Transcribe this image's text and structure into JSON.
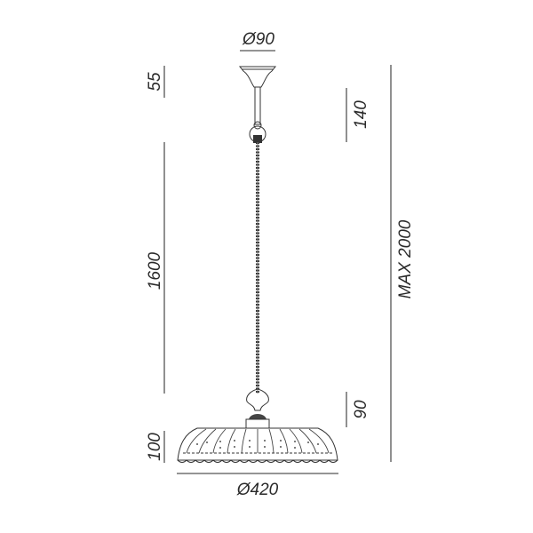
{
  "dimensions": {
    "canopy_diameter": "Ø90",
    "canopy_height": "55",
    "stem_length": "140",
    "cable_length": "1600",
    "max_height": "MAX 2000",
    "holder_height": "90",
    "shade_height": "100",
    "shade_diameter": "Ø420"
  }
}
